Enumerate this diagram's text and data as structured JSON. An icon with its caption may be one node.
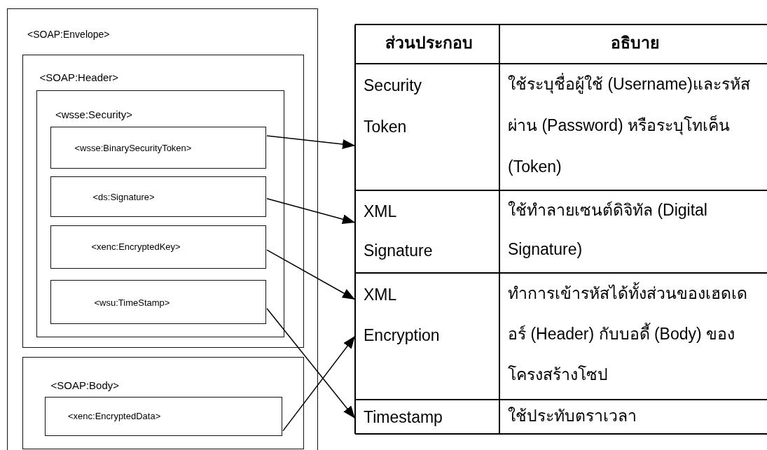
{
  "diagram": {
    "nodes": [
      {
        "text": [
          "<SOAP:Envelope>"
        ]
      },
      {
        "text": [
          "<SOAP:Header>"
        ],
        "in": 0
      },
      {
        "text": [
          "<wsse:Security>"
        ],
        "in": 1
      },
      {
        "text": [
          "<wsse:BinarySecurityToken>"
        ],
        "in": 2
      },
      {
        "text": [
          "<ds:Signature>"
        ],
        "in": 2
      },
      {
        "text": [
          "<xenc:EncryptedKey>"
        ],
        "in": 2
      },
      {
        "text": [
          "<wsu:TimeStamp>"
        ],
        "in": 2
      },
      {
        "text": [
          "<SOAP:Body>"
        ],
        "in": 0
      },
      {
        "text": [
          "<xenc:EncryptedData>"
        ],
        "in": 7
      },
      {
        "text": [
          "Security Token"
        ]
      },
      {
        "text": [
          "XML Signature"
        ]
      },
      {
        "text": [
          "XML Encryption"
        ]
      },
      {
        "text": [
          "Timestamp"
        ]
      }
    ],
    "edges": [
      {
        "from": 3,
        "to": 9,
        "arrow": "to"
      },
      {
        "from": 4,
        "to": 10,
        "arrow": "to"
      },
      {
        "from": 5,
        "to": 11,
        "arrow": "to"
      },
      {
        "from": 6,
        "to": 12,
        "arrow": "to"
      },
      {
        "from": 8,
        "to": 11,
        "arrow": "to"
      }
    ],
    "labels": [
      "ส่วนประกอบ",
      "อธิบาย",
      "ใช้ระบุชื่อผู้ใช้ (Username)และรหัสผ่าน (Password) หรือระบุโทเค็น (Token)",
      "ใช้ทำลายเซนต์ดิจิทัล (Digital Signature)",
      "ทำการเข้ารหัสได้ทั้งส่วนของเฮดเดอร์ (Header) กับบอดี้ (Body) ของโครงสร้างโซป",
      "ใช้ประทับตราเวลา"
    ]
  }
}
